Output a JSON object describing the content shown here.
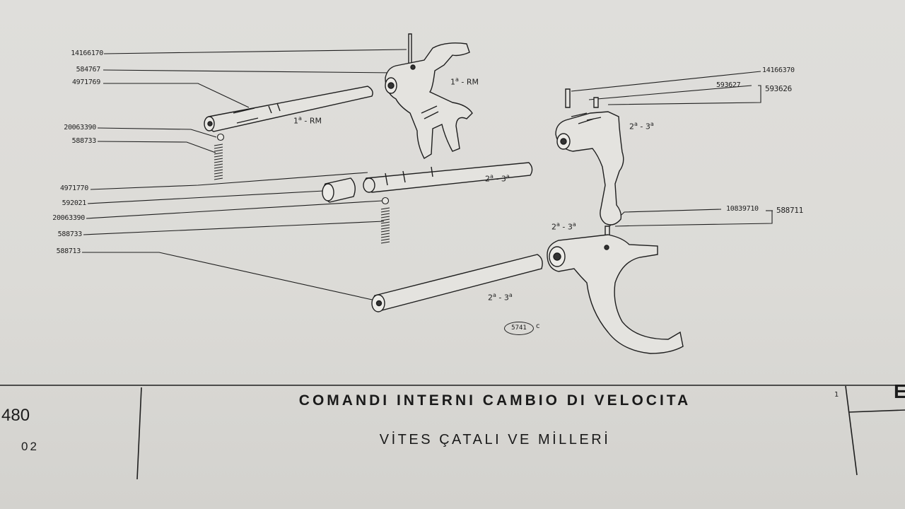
{
  "callouts": {
    "c1": "14166170",
    "c2": "584767",
    "c3": "4971769",
    "c4": "20063390",
    "c5": "588733",
    "c6": "4971770",
    "c7": "592021",
    "c8": "20063390",
    "c9": "588733",
    "c10": "588713",
    "c11": "14166370",
    "c12": "593627",
    "c13": "593626",
    "c14": "10839710",
    "c15": "588711"
  },
  "captions": {
    "fork1": {
      "num": "1",
      "sup": "a",
      "rest": " - RM"
    },
    "rod1": {
      "num": "1",
      "sup": "a",
      "rest": " - RM"
    },
    "fork2": {
      "num": "2",
      "sup": "a",
      "mid": " - 3",
      "sup2": "a"
    },
    "rod2": {
      "num": "2",
      "sup": "a",
      "mid": " - 3",
      "sup2": "a"
    },
    "fork3": {
      "num": "2",
      "sup": "a",
      "mid": " - 3",
      "sup2": "a"
    },
    "rod3": {
      "num": "2",
      "sup": "a",
      "mid": " - 3",
      "sup2": "a"
    }
  },
  "drawing_code": "5741",
  "drawing_code_suffix": "c",
  "title_block": {
    "page_number": "480",
    "revision": "02",
    "sheet": "1",
    "title_it": "COMANDI INTERNI CAMBIO DI VELOCITA",
    "title_tr": "VİTES ÇATALI VE MİLLERİ",
    "edge_letter": "E"
  },
  "colors": {
    "paper": "#dcdbd7",
    "ink": "#1c1c1c"
  }
}
